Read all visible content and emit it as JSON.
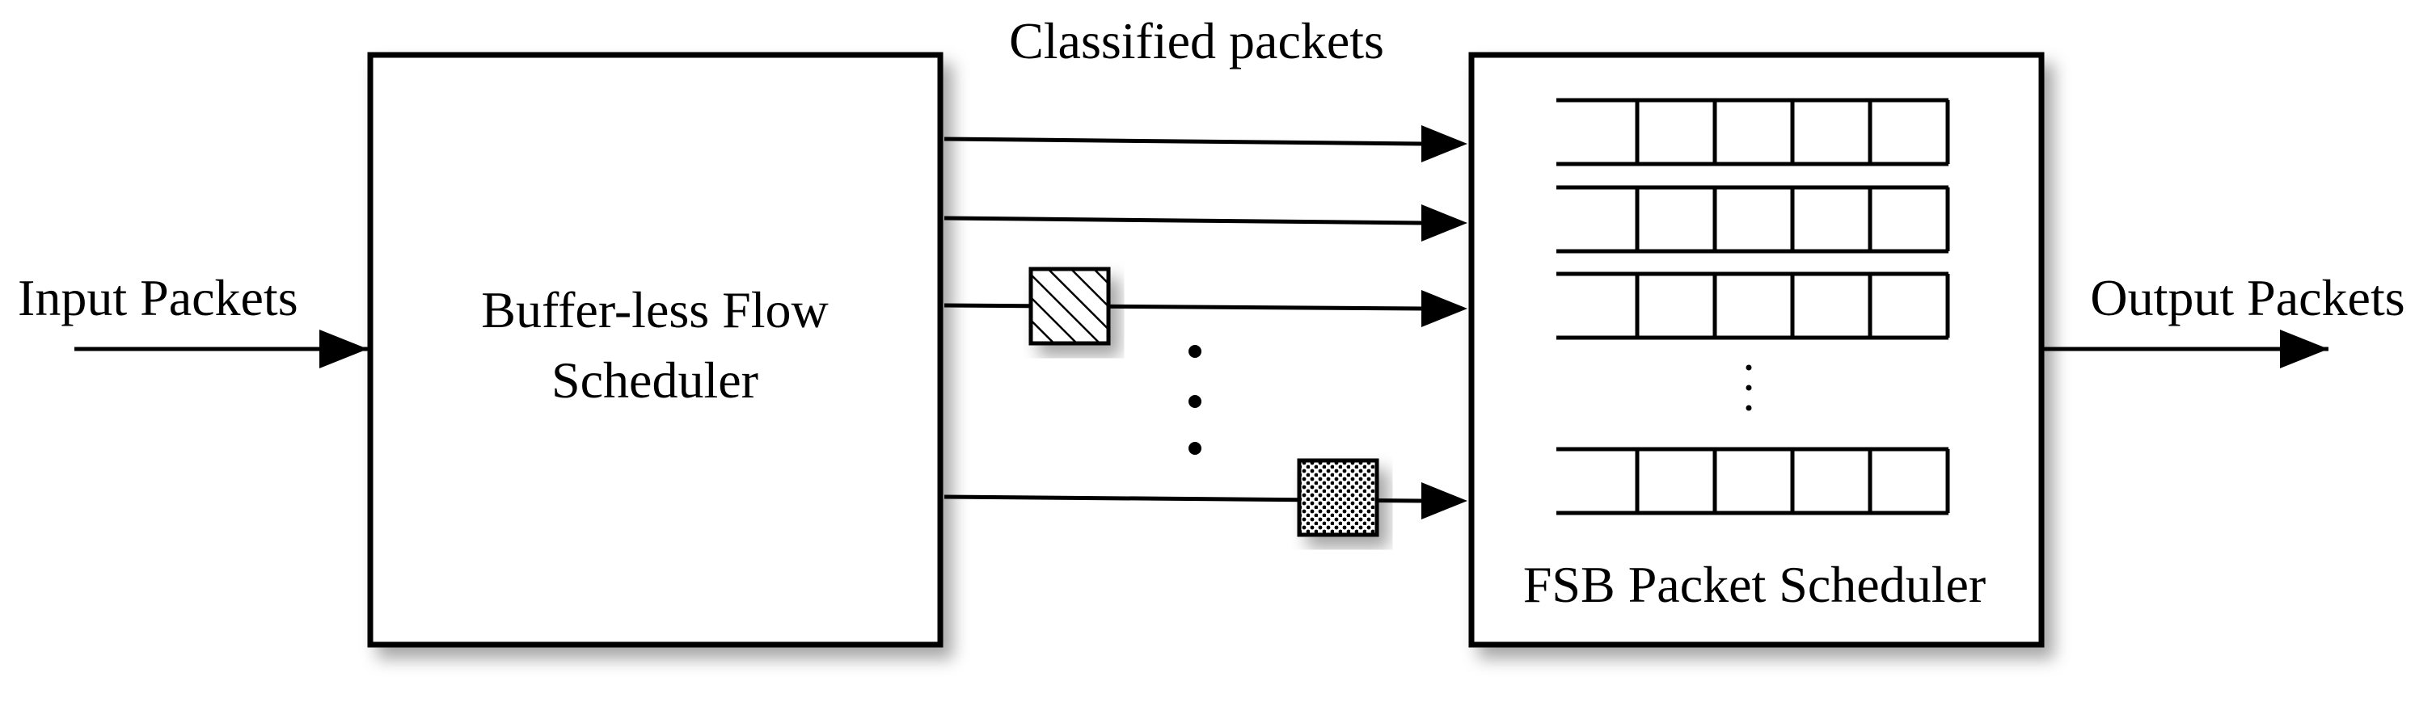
{
  "labels": {
    "input": "Input Packets",
    "classified": "Classified packets",
    "output": "Output Packets",
    "flow_scheduler_line1": "Buffer-less Flow",
    "flow_scheduler_line2": "Scheduler",
    "packet_scheduler": "FSB Packet Scheduler",
    "vertical_ellipsis": "⋮"
  },
  "queues": {
    "visible_rows": 4,
    "cells_per_row": 5
  },
  "classified_lines": 4
}
